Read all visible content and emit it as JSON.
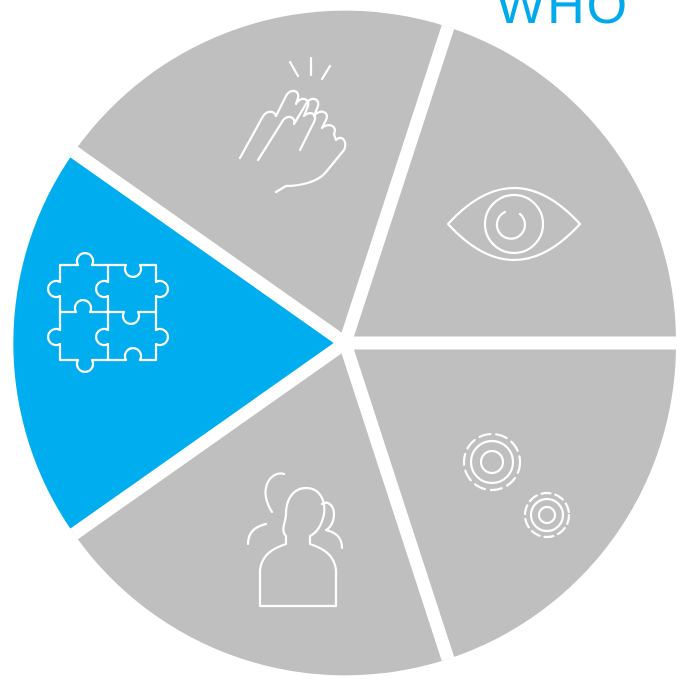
{
  "heading": {
    "text": "WHO",
    "color": "#00a9ec"
  },
  "colors": {
    "active": "#00aeef",
    "inactive": "#bfbfbf",
    "gap": "#ffffff",
    "icon": "#ffffff"
  },
  "segments": [
    {
      "id": "teamwork",
      "icon": "puzzle-icon",
      "active": true
    },
    {
      "id": "appreciation",
      "icon": "clapping-hands-icon",
      "active": false
    },
    {
      "id": "vision",
      "icon": "eye-icon",
      "active": false
    },
    {
      "id": "operations",
      "icon": "gears-icon",
      "active": false
    },
    {
      "id": "people",
      "icon": "people-group-icon",
      "active": false
    }
  ]
}
